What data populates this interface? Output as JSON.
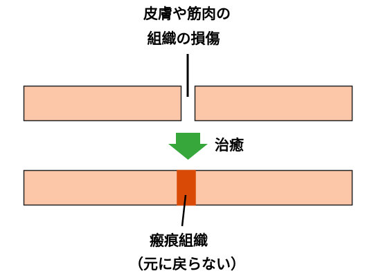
{
  "labels": {
    "injury_line1": "皮膚や筋肉の",
    "injury_line2": "組織の損傷",
    "healing": "治癒",
    "scar_line1": "瘢痕組織",
    "scar_line2": "（元に戻らない）"
  },
  "colors": {
    "tissue_fill": "#fcc6a9",
    "tissue_stroke": "#222222",
    "scar_fill": "#d84a06",
    "arrow_fill": "#37a73c",
    "text": "#000000"
  },
  "icons": {
    "arrow": "arrow-down-icon"
  }
}
